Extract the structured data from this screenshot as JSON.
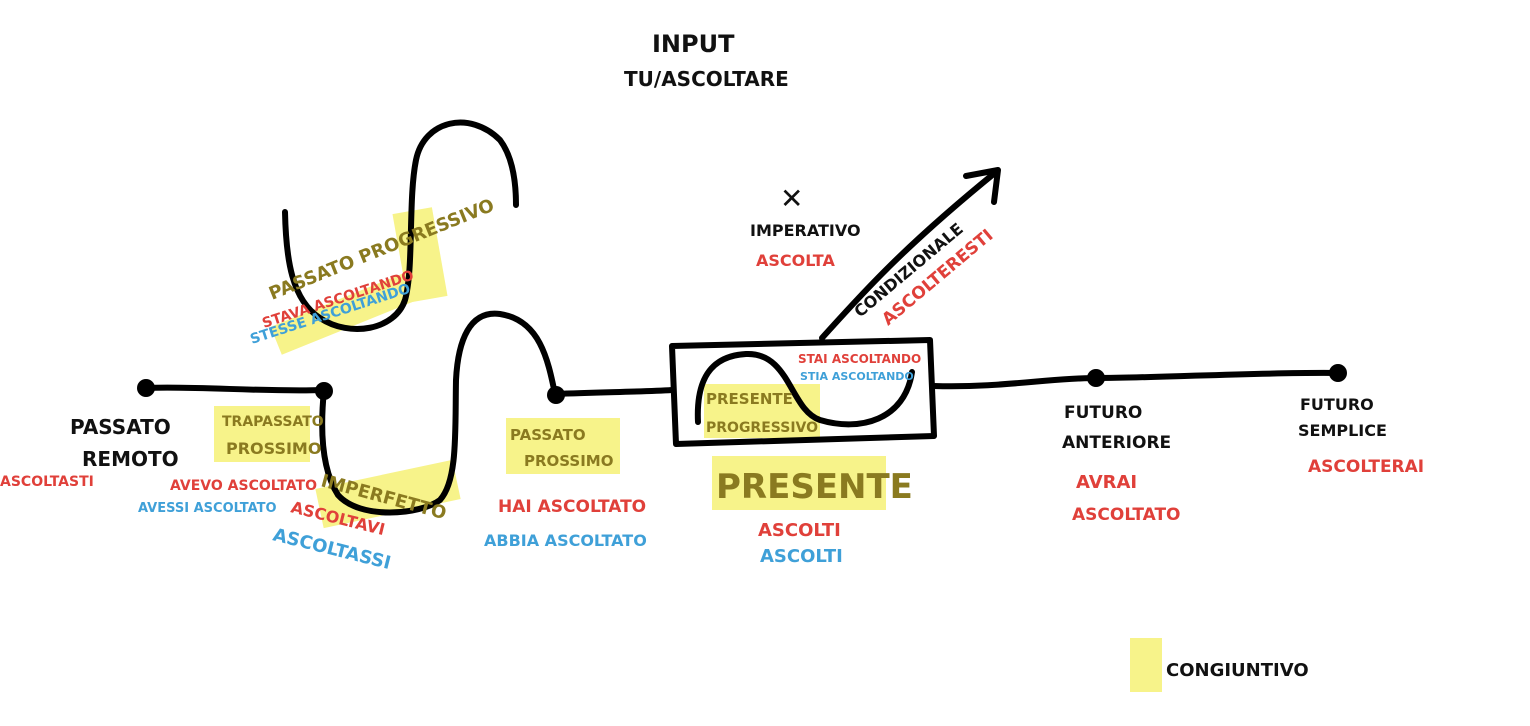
{
  "title": "INPUT",
  "subtitle": "TU/ASCOLTARE",
  "imperative": {
    "label": "IMPERATIVO",
    "form": "ASCOLTA",
    "mark": "✕"
  },
  "conditional": {
    "label": "CONDIZIONALE",
    "form": "ASCOLTERESTI"
  },
  "tenses": {
    "passato_remoto": {
      "label_line1": "PASSATO",
      "label_line2": "REMOTO",
      "indicative": "ASCOLTASTI"
    },
    "trapassato_prossimo": {
      "label_line1": "TRAPASSATO",
      "label_line2": "PROSSIMO",
      "indicative": "AVEVO ASCOLTATO",
      "subjunctive": "AVESSI ASCOLTATO"
    },
    "passato_progressivo": {
      "label": "PASSATO PROGRESSIVO",
      "indicative": "STAVA ASCOLTANDO",
      "subjunctive": "STESSE ASCOLTANDO"
    },
    "imperfetto": {
      "label": "IMPERFETTO",
      "indicative": "ASCOLTAVI",
      "subjunctive": "ASCOLTASSI"
    },
    "passato_prossimo": {
      "label_line1": "PASSATO",
      "label_line2": "PROSSIMO",
      "indicative": "HAI ASCOLTATO",
      "subjunctive": "ABBIA ASCOLTATO"
    },
    "presente_progressivo": {
      "label_line1": "PRESENTE",
      "label_line2": "PROGRESSIVO",
      "indicative": "STAI ASCOLTANDO",
      "subjunctive": "STIA ASCOLTANDO"
    },
    "presente": {
      "label": "PRESENTE",
      "indicative": "ASCOLTI",
      "subjunctive": "ASCOLTI"
    },
    "futuro_anteriore": {
      "label_line1": "FUTURO",
      "label_line2": "ANTERIORE",
      "form_line1": "AVRAI",
      "form_line2": "ASCOLTATO"
    },
    "futuro_semplice": {
      "label_line1": "FUTURO",
      "label_line2": "SEMPLICE",
      "form": "ASCOLTERAI"
    }
  },
  "legend": {
    "label": "CONGIUNTIVO",
    "swatch_color": "#f7f38a"
  },
  "colors": {
    "indicative": "#e0403a",
    "subjunctive": "#3fa0d8",
    "line": "#000000",
    "highlight": "#f7f38a"
  }
}
